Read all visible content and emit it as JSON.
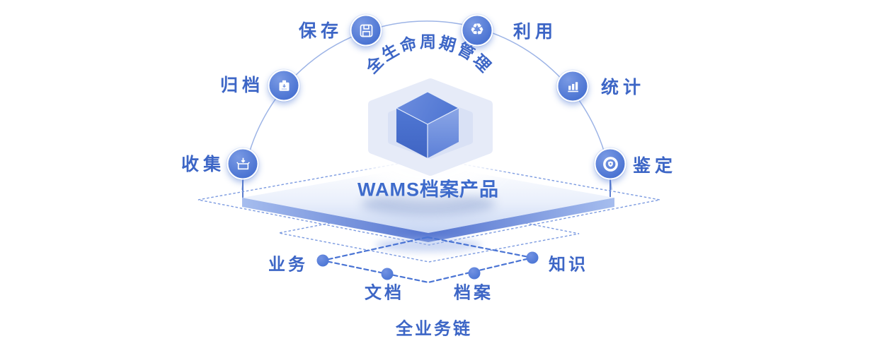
{
  "product": {
    "name": "WAMS档案产品"
  },
  "lifecycle": {
    "title": "全生命周期管理",
    "stages": [
      {
        "label": "保存",
        "icon": "floppy-save-icon"
      },
      {
        "label": "利用",
        "icon": "recycle-icon"
      },
      {
        "label": "归档",
        "icon": "archive-card-icon"
      },
      {
        "label": "统计",
        "icon": "bar-chart-icon"
      },
      {
        "label": "收集",
        "icon": "collect-box-icon"
      },
      {
        "label": "鉴定",
        "icon": "shield-badge-icon"
      }
    ]
  },
  "business_chain": {
    "title": "全业务链",
    "nodes": [
      {
        "label": "业务"
      },
      {
        "label": "文档"
      },
      {
        "label": "档案"
      },
      {
        "label": "知识"
      }
    ]
  },
  "glyphs": {
    "recycle": "♻"
  },
  "colors": {
    "label_text": "#3d66c6",
    "badge_fill": "#4a73d2",
    "arc_line": "#9db4e6",
    "dashed_line": "#7b9ae0",
    "chain_line": "#4a74d4",
    "cube_top": "#5479d3",
    "platform_edge": "#5b7ed6",
    "hexagon_outer": "#e6ebf8",
    "hexagon_inner": "#d9e1f5"
  }
}
